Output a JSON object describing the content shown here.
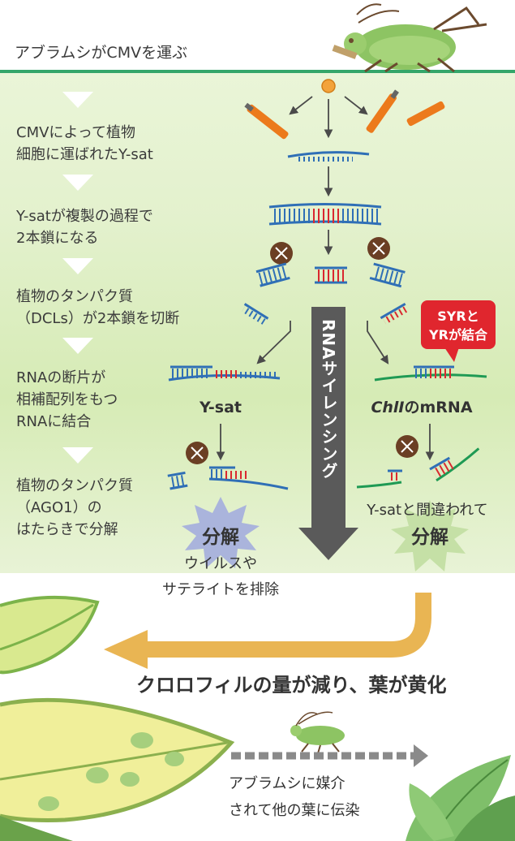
{
  "header": {
    "title": "アブラムシがCMVを運ぶ"
  },
  "steps": [
    {
      "text": "CMVによって植物\n細胞に運ばれたY-sat"
    },
    {
      "text": "Y-satが複製の過程で\n2本鎖になる"
    },
    {
      "text": "植物のタンパク質\n（DCLs）が2本鎖を切断"
    },
    {
      "text": "RNAの断片が\n相補配列をもつ\nRNAに結合"
    },
    {
      "text": "植物のタンパク質\n（AGO1）の\nはたらきで分解"
    }
  ],
  "diagram": {
    "silencing_label": "RNAサイレンシング",
    "callout": {
      "line1": "SYRと",
      "line2": "YRが結合"
    },
    "left_target": "Y-sat",
    "right_target_italic": "ChlI",
    "right_target_rest": "のmRNA",
    "left_result": {
      "title": "分解",
      "line1": "ウイルスや",
      "line2": "サテライトを排除"
    },
    "right_result": {
      "caption": "Y-satと間違われて",
      "title": "分解"
    }
  },
  "conclusion": {
    "text": "クロロフィルの量が減り、葉が黄化"
  },
  "spread": {
    "line1": "アブラムシに媒介",
    "line2": "されて他の葉に伝染"
  },
  "colors": {
    "green_line": "#34a66a",
    "blue_strand": "#2f6fb6",
    "red_segment": "#d9282f",
    "green_strand": "#1f9a54",
    "orange_virion": "#ec7a1c",
    "silencing_arrow": "#5a5a5a",
    "yellow_arrow": "#e9b553",
    "callout_red": "#e0262e",
    "scissor_brown": "#6b3f24"
  }
}
